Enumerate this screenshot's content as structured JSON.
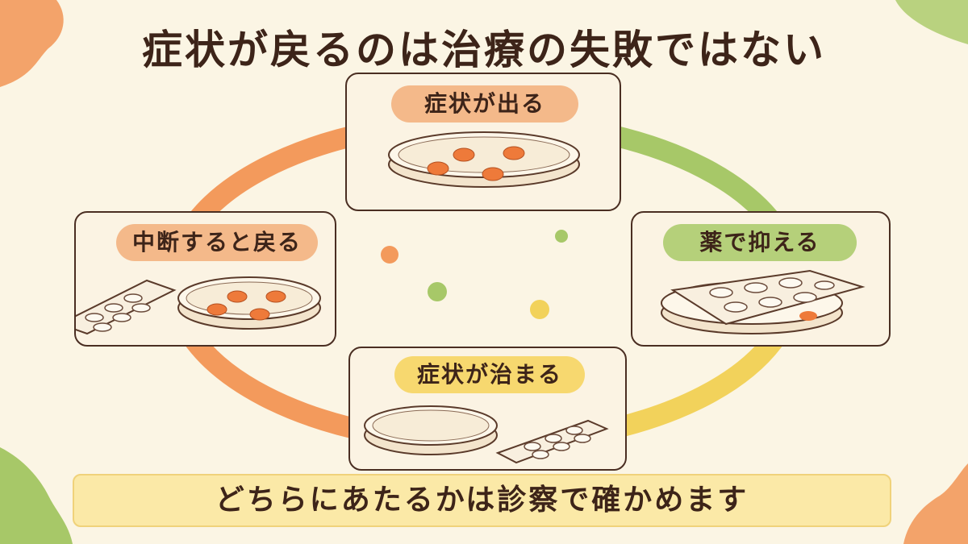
{
  "title": "症状が戻るのは治療の失敗ではない",
  "steps": [
    {
      "label": "症状が出る"
    },
    {
      "label": "薬で抑える"
    },
    {
      "label": "症状が治まる"
    },
    {
      "label": "中断すると戻る"
    }
  ],
  "footer": "どちらにあたるかは診察で確かめます",
  "colors": {
    "background": "#fbf5e4",
    "orange": "#f39a5c",
    "green": "#a7c868",
    "yellow": "#f2d25b",
    "text": "#3d2419"
  }
}
